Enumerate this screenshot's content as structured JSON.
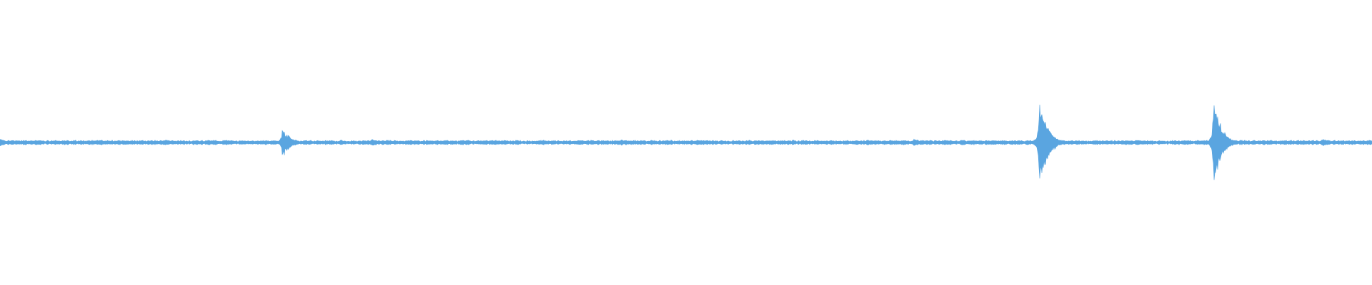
{
  "waveform": {
    "color": "#5aa5e0",
    "background": "#ffffff",
    "peak_amplitude": 1.0,
    "baseline_noise": 0.03,
    "duration_fraction_peaks": [
      {
        "t": 0.0,
        "amp": 0.08
      },
      {
        "t": 0.164,
        "amp": 0.06
      },
      {
        "t": 0.206,
        "amp": 0.3
      },
      {
        "t": 0.271,
        "amp": 0.08
      },
      {
        "t": 0.337,
        "amp": 0.06
      },
      {
        "t": 0.453,
        "amp": 0.07
      },
      {
        "t": 0.551,
        "amp": 0.04
      },
      {
        "t": 0.632,
        "amp": 0.06
      },
      {
        "t": 0.666,
        "amp": 0.08
      },
      {
        "t": 0.701,
        "amp": 0.07
      },
      {
        "t": 0.758,
        "amp": 1.0
      },
      {
        "t": 0.818,
        "amp": 0.05
      },
      {
        "t": 0.885,
        "amp": 0.9
      },
      {
        "t": 0.925,
        "amp": 0.04
      },
      {
        "t": 0.964,
        "amp": 0.07
      }
    ]
  }
}
